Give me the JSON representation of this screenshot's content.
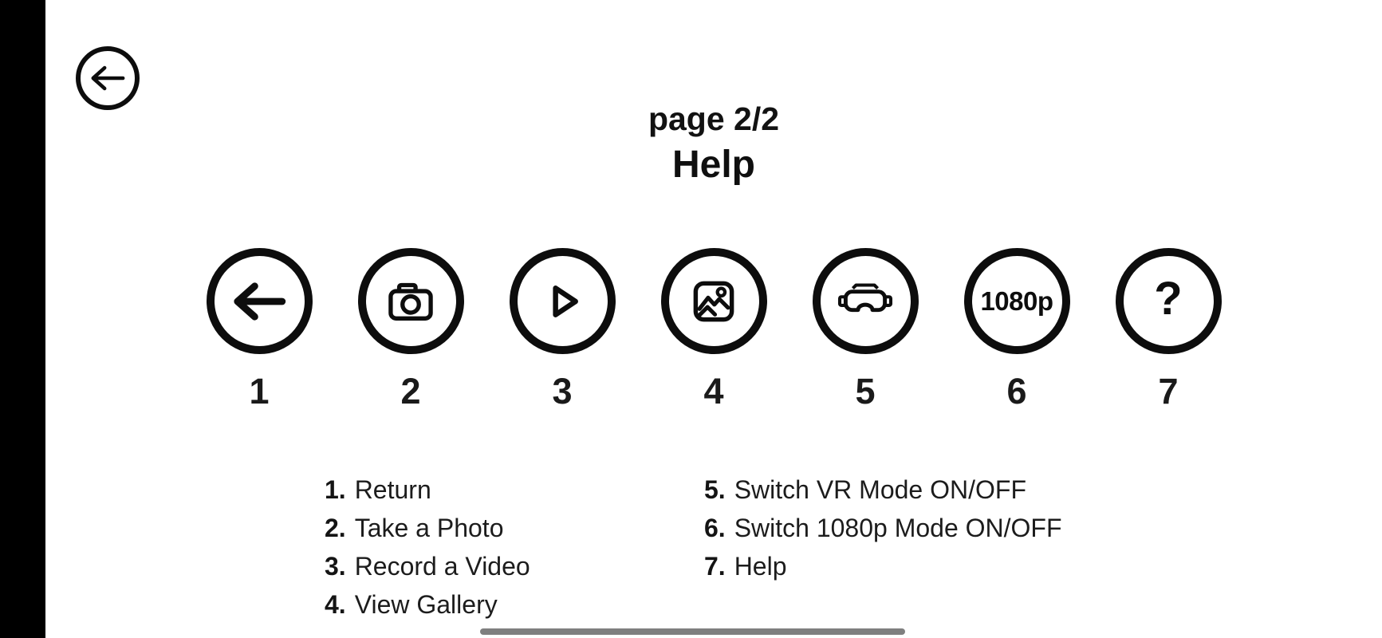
{
  "window": {
    "background": "#ffffff",
    "letterbox_color": "#000000"
  },
  "header": {
    "page_indicator": "page 2/2",
    "title": "Help"
  },
  "back_button": {
    "icon": "arrow-left"
  },
  "help_icons": [
    {
      "num": "1",
      "glyph": "arrow-left"
    },
    {
      "num": "2",
      "glyph": "camera"
    },
    {
      "num": "3",
      "glyph": "play"
    },
    {
      "num": "4",
      "glyph": "gallery"
    },
    {
      "num": "5",
      "glyph": "vr-headset"
    },
    {
      "num": "6",
      "glyph": "text-badge",
      "badge": "1080p"
    },
    {
      "num": "7",
      "glyph": "text-badge",
      "badge": "?"
    }
  ],
  "legend": {
    "left": [
      {
        "num": "1.",
        "text": "Return"
      },
      {
        "num": "2.",
        "text": "Take a Photo"
      },
      {
        "num": "3.",
        "text": "Record a Video"
      },
      {
        "num": "4.",
        "text": "View Gallery"
      }
    ],
    "right": [
      {
        "num": "5.",
        "text": "Switch VR Mode ON/OFF"
      },
      {
        "num": "6.",
        "text": "Switch 1080p Mode ON/OFF"
      },
      {
        "num": "7.",
        "text": "Help"
      }
    ]
  },
  "colors": {
    "ink": "#0d0d0d",
    "scrollbar": "#7f7f7f"
  }
}
